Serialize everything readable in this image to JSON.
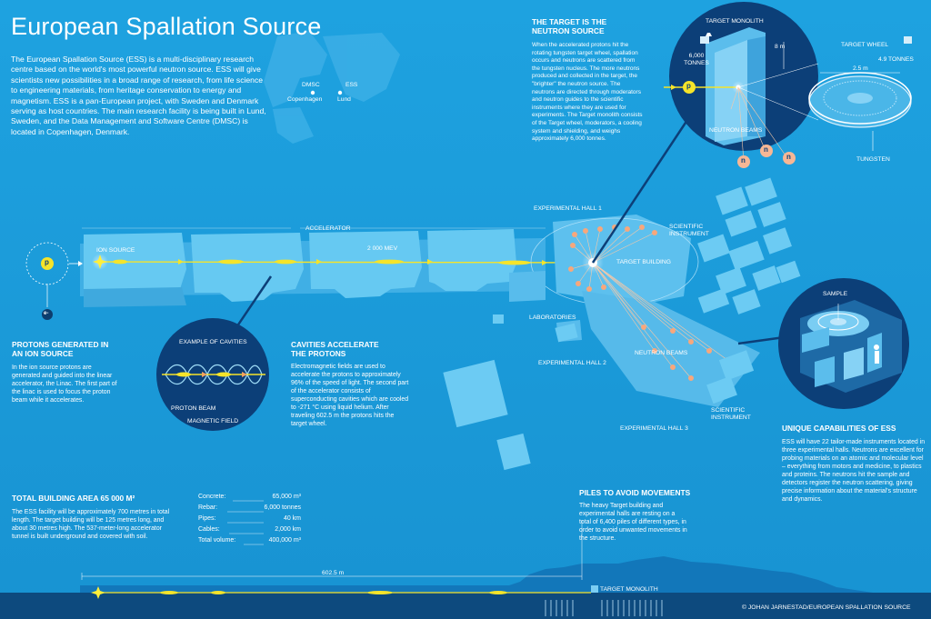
{
  "title": "European Spallation Source",
  "intro": "The European Spallation Source (ESS) is a multi-disciplinary research centre based on the world's most powerful neutron source. ESS will give scientists new possibilities in a broad range of research, from life science to engineering materials, from heritage conservation to energy and magnetism. ESS is a pan-European project, with Sweden and Denmark serving as host countries. The main research facility is being built in Lund, Sweden, and the Data Management and Software Centre (DMSC) is located in Copenhagen, Denmark.",
  "map": {
    "dmsc": "DMSC",
    "copenhagen": "Copenhagen",
    "ess": "ESS",
    "lund": "Lund"
  },
  "target": {
    "heading_1": "THE TARGET IS THE",
    "heading_2": "NEUTRON SOURCE",
    "body": "When the accelerated protons hit the rotating tungsten target wheel, spallation occurs and neutrons are scattered from the tungsten nucleus. The more neutrons produced and collected in the target, the \"brighter\" the neutron source. The neutrons are directed through moderators and neutron guides to the scientific instruments where they are used for experiments. The Target monolith consists of the Target wheel, moderators, a cooling system and shielding, and weighs approximately 6,000 tonnes."
  },
  "monolith": {
    "label": "TARGET MONOLITH",
    "weight": "6,000 TONNES",
    "height": "8 m",
    "neutron_beams": "NEUTRON BEAMS"
  },
  "wheel": {
    "label": "TARGET WHEEL",
    "weight": "4.9 TONNES",
    "diameter": "2.5 m",
    "material": "TUNGSTEN"
  },
  "particles": {
    "proton": "p",
    "neutron": "n",
    "electron": "e-"
  },
  "site": {
    "accelerator": "ACCELERATOR",
    "ion_source": "ION SOURCE",
    "energy": "2 000 MEV",
    "hall1": "EXPERIMENTAL HALL 1",
    "scientific_instrument": "SCIENTIFIC INSTRUMENT",
    "target_building": "TARGET BUILDING",
    "laboratories": "LABORATORIES",
    "hall2": "EXPERIMENTAL HALL 2",
    "neutron_beams": "NEUTRON BEAMS",
    "scientific_instrument_2": "SCIENTIFIC INSTRUMENT",
    "hall3": "EXPERIMENTAL HALL 3"
  },
  "protons": {
    "heading": "PROTONS GENERATED IN AN ION SOURCE",
    "body": "In the ion source protons are generated and guided into the linear accelerator, the Linac. The first part of the linac is used to focus the proton beam while it accelerates."
  },
  "cavities_inset": {
    "title": "EXAMPLE OF CAVITIES",
    "proton_beam": "PROTON BEAM",
    "magnetic_field": "MAGNETIC FIELD"
  },
  "cavities": {
    "heading": "CAVITIES ACCELERATE THE PROTONS",
    "body": "Electromagnetic fields are used to accelerate the protons to approximately 96% of the speed of light. The second part of the accelerator consists of superconducting cavities which are cooled to -271 °C using liquid helium. After traveling 602.5 m the protons hits the target wheel."
  },
  "sample": {
    "label": "SAMPLE"
  },
  "unique": {
    "heading": "UNIQUE CAPABILITIES OF ESS",
    "body": "ESS will have 22 tailor-made instruments located in three experimental halls. Neutrons are excellent for probing materials on an atomic and molecular level – everything from motors and medicine, to plastics and proteins. The neutrons hit the sample and detectors register the neutron scattering, giving precise information about the material's structure and dynamics."
  },
  "area": {
    "heading": "TOTAL BUILDING AREA 65 000 m²",
    "body": "The ESS facility will be approximately 700 metres in total length. The target building will be 125 metres long, and about 30 metres high. The 537-meter-long accelerator tunnel is built underground and covered with soil."
  },
  "stats": [
    {
      "label": "Concrete:",
      "value": "65,000 m³"
    },
    {
      "label": "Rebar:",
      "value": "6,000 tonnes"
    },
    {
      "label": "Pipes:",
      "value": "40 km"
    },
    {
      "label": "Cables:",
      "value": "2,000 km"
    },
    {
      "label": "Total volume:",
      "value": "400,000 m³"
    }
  ],
  "piles": {
    "heading": "PILES TO AVOID MOVEMENTS",
    "body": "The heavy Target building and experimental halls are resting on a total of 6,400 piles of different types, in order to avoid unwanted movements in the structure."
  },
  "bottom": {
    "length": "602.5 m",
    "target_monolith": "TARGET MONOLITH"
  },
  "credit": "© JOHAN JARNESTAD/EUROPEAN SPALLATION SOURCE",
  "colors": {
    "background": "#1a9ad8",
    "building": "#64c8f0",
    "proton": "#f5e42a",
    "neutron": "#f5a878",
    "dark_circle": "#0c3f78"
  }
}
